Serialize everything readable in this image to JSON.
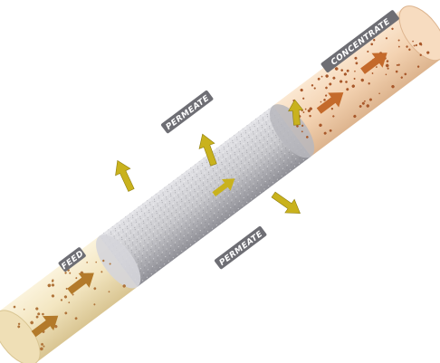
{
  "labels": {
    "feed": "FEED",
    "permeate_top": "PERMEATE",
    "permeate_bottom": "PERMEATE",
    "concentrate": "CONCENTRATE"
  },
  "colors": {
    "tube_cream": "#f3e6c1",
    "tube_cream_shadow": "#d9c592",
    "membrane_gray": "#c9c9cd",
    "membrane_shadow": "#8f8f96",
    "concentrate_tint": "#f4d3b2",
    "flow_arrow": "#b37a2a",
    "permeate_arrow": "#c9b21d",
    "label_bg": "#6e6e74",
    "particle": "#b0743a"
  },
  "icons": {
    "flow": "arrow-icon",
    "permeate": "arrow-icon"
  }
}
